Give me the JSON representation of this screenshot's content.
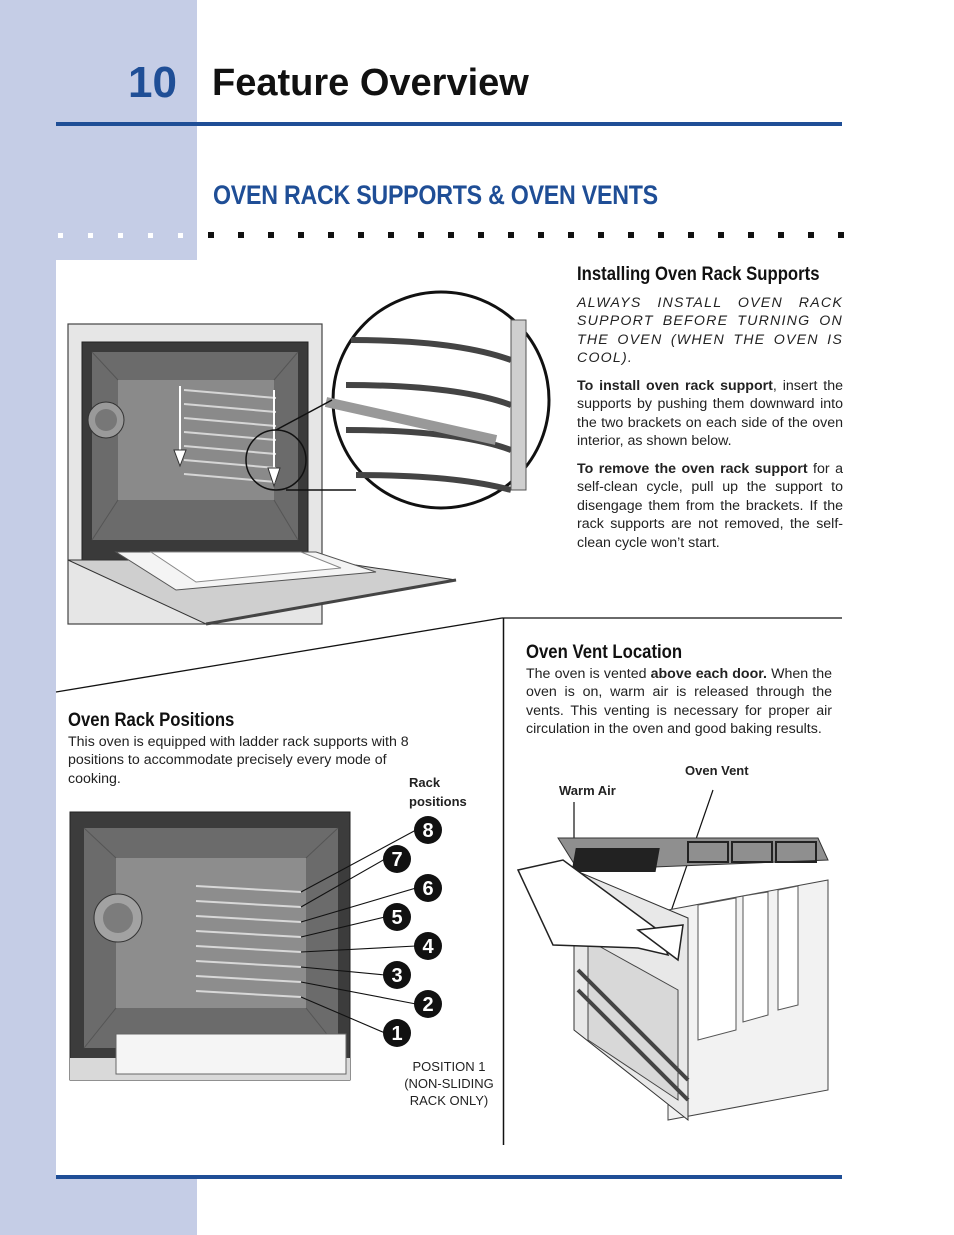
{
  "header": {
    "page_number": "10",
    "title": "Feature Overview"
  },
  "section": {
    "title": "OVEN RACK SUPPORTS & OVEN VENTS"
  },
  "installing": {
    "heading": "Installing Oven Rack Supports",
    "warning": "ALWAYS INSTALL OVEN RACK SUPPORT BEFORE TURNING ON THE OVEN (WHEN THE OVEN IS COOL).",
    "install_bold": "To install oven rack support",
    "install_text": ", insert the supports by pushing them downward into the two brackets on each side of the oven interior, as shown below.",
    "remove_bold": "To remove the oven rack support",
    "remove_text": " for a self-clean cycle, pull up the support to disengage them from the brackets. If the rack supports are not removed, the self-clean cycle won’t start."
  },
  "vent": {
    "heading": "Oven Vent Location",
    "text_before": "The oven is vented ",
    "text_bold": "above each door.",
    "text_after": " When the oven is on, warm air is released through the vents. This venting is necessary for proper air circulation in the oven and good baking results.",
    "label_oven_vent": "Oven Vent",
    "label_warm_air": "Warm Air"
  },
  "rack_positions": {
    "heading": "Oven Rack Positions",
    "text": "This oven is equipped with ladder rack supports with 8 positions to accommodate precisely every mode of cooking.",
    "label_line1": "Rack",
    "label_line2": "positions",
    "numbers": [
      "8",
      "7",
      "6",
      "5",
      "4",
      "3",
      "2",
      "1"
    ],
    "position1_line1": "POSITION 1",
    "position1_line2": "(NON-SLIDING",
    "position1_line3": "RACK ONLY)"
  },
  "colors": {
    "accent_blue": "#1f4e96",
    "sidebar": "#c5cde6"
  }
}
